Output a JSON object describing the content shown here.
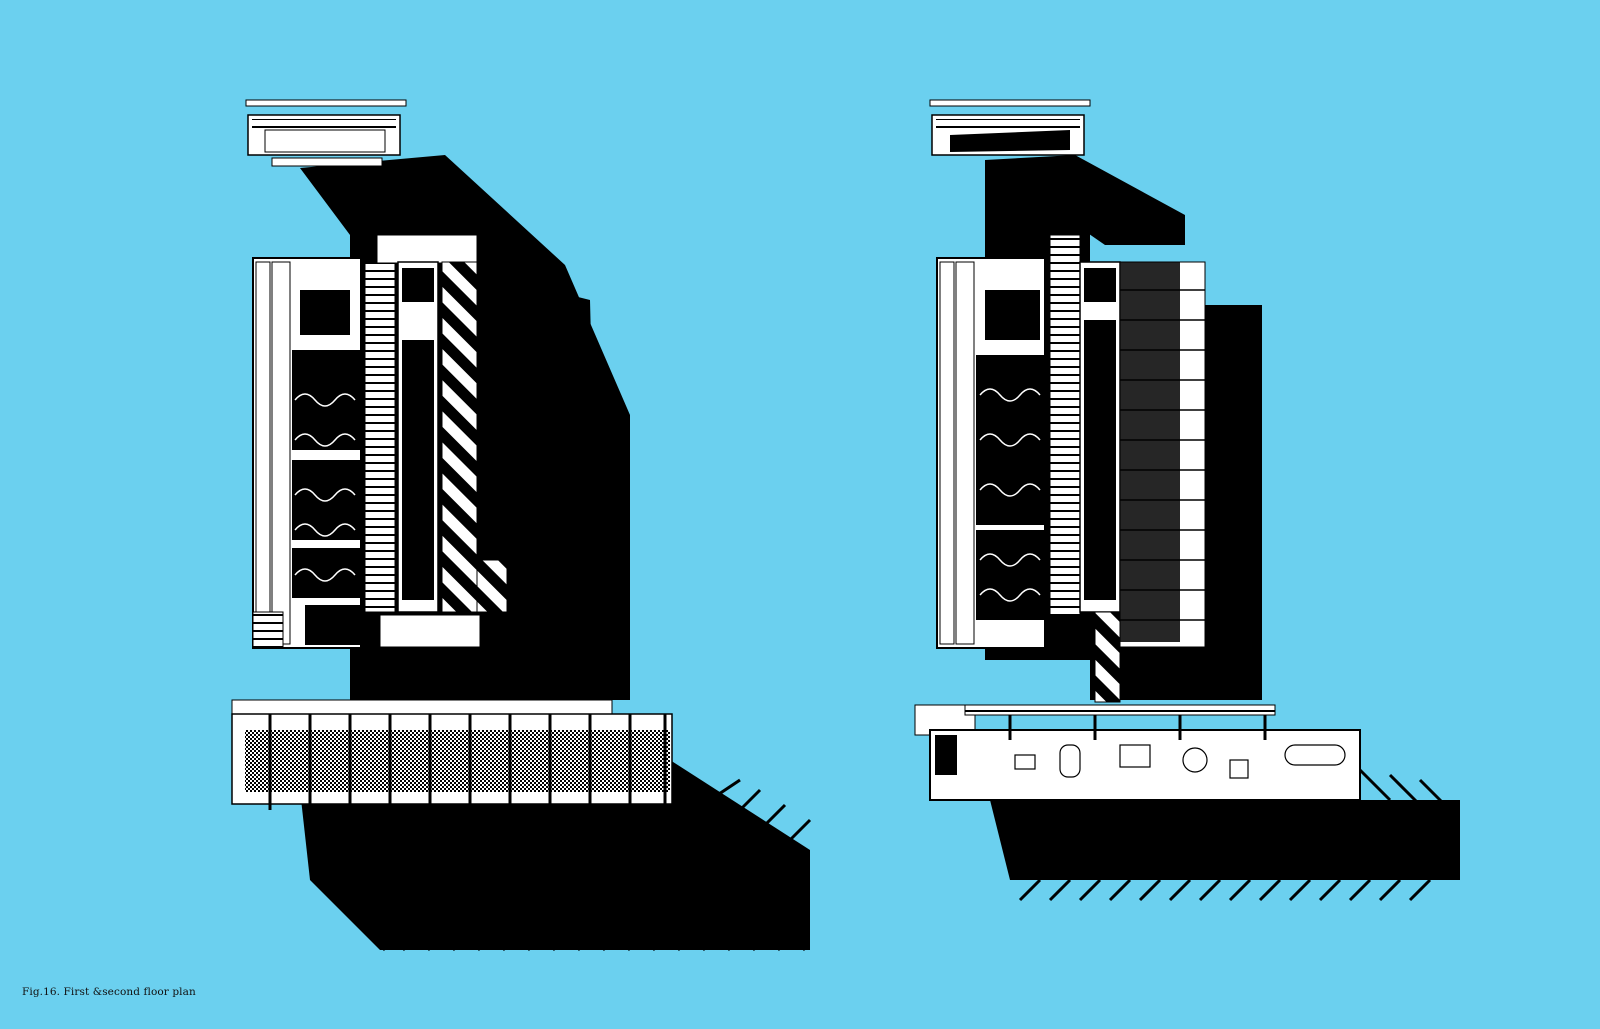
{
  "page": {
    "background_color": "#6bd0ef",
    "caption": "Fig.16.  First &second floor plan"
  },
  "figures": [
    {
      "id": "first-floor-plan",
      "description_icon": "axonometric-floor-plan-drawing"
    },
    {
      "id": "second-floor-plan",
      "description_icon": "axonometric-floor-plan-drawing"
    }
  ],
  "colors": {
    "ink": "#000000",
    "paper": "#ffffff",
    "ground": "#6bd0ef"
  }
}
